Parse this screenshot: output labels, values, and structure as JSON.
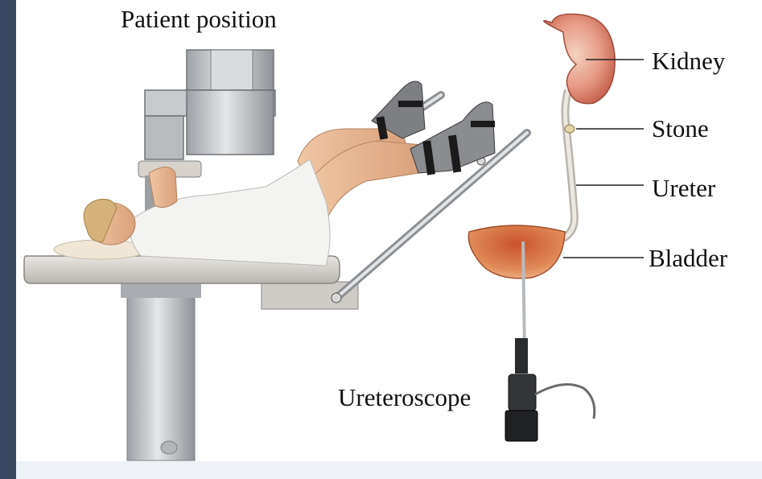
{
  "title": "Patient position",
  "labels": {
    "kidney": "Kidney",
    "stone": "Stone",
    "ureter": "Ureter",
    "bladder": "Bladder",
    "ureteroscope": "Ureteroscope"
  }
}
